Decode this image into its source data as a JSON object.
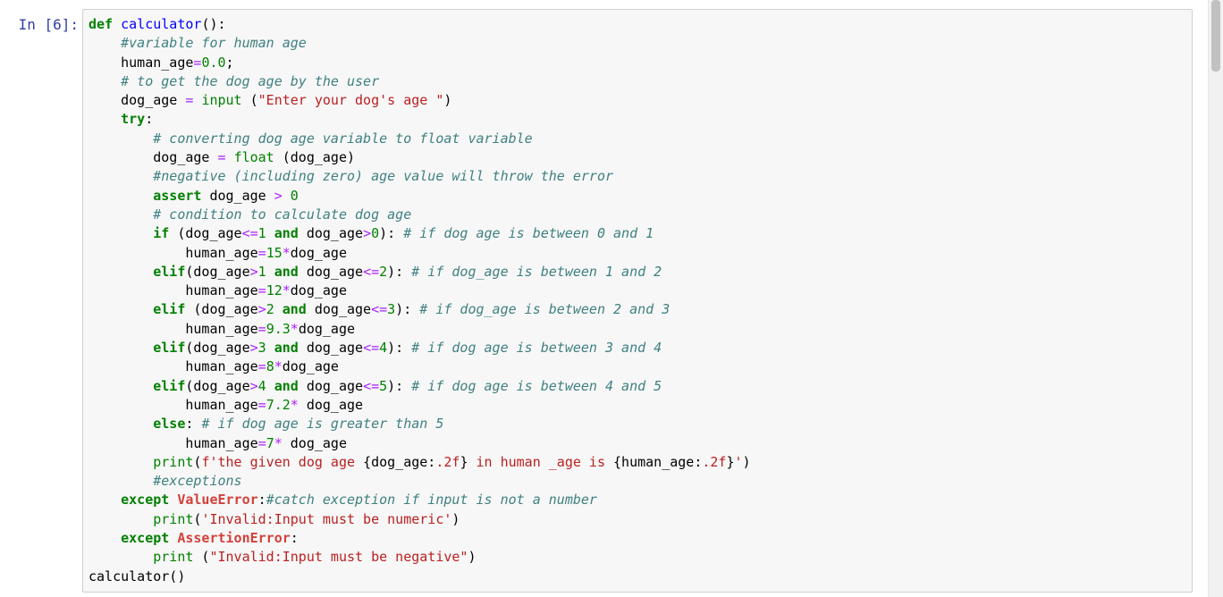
{
  "cell": {
    "prompt": "In [6]:",
    "lines": [
      [
        [
          "kw",
          "def"
        ],
        [
          "var",
          " "
        ],
        [
          "fn",
          "calculator"
        ],
        [
          "var",
          "():"
        ]
      ],
      [
        [
          "var",
          "    "
        ],
        [
          "cm",
          "#variable for human age"
        ]
      ],
      [
        [
          "var",
          "    human_age"
        ],
        [
          "op",
          "="
        ],
        [
          "num",
          "0.0"
        ],
        [
          "var",
          ";"
        ]
      ],
      [
        [
          "var",
          "    "
        ],
        [
          "cm",
          "# to get the dog age by the user"
        ]
      ],
      [
        [
          "var",
          "    dog_age "
        ],
        [
          "op",
          "="
        ],
        [
          "var",
          " "
        ],
        [
          "bi",
          "input"
        ],
        [
          "var",
          " ("
        ],
        [
          "str",
          "\"Enter your dog's age \""
        ],
        [
          "var",
          ")"
        ]
      ],
      [
        [
          "var",
          "    "
        ],
        [
          "kw",
          "try"
        ],
        [
          "var",
          ":"
        ]
      ],
      [
        [
          "var",
          "        "
        ],
        [
          "cm",
          "# converting dog age variable to float variable"
        ]
      ],
      [
        [
          "var",
          "        dog_age "
        ],
        [
          "op",
          "="
        ],
        [
          "var",
          " "
        ],
        [
          "bi",
          "float"
        ],
        [
          "var",
          " (dog_age)"
        ]
      ],
      [
        [
          "var",
          "        "
        ],
        [
          "cm",
          "#negative (including zero) age value will throw the error"
        ]
      ],
      [
        [
          "var",
          "        "
        ],
        [
          "kw",
          "assert"
        ],
        [
          "var",
          " dog_age "
        ],
        [
          "op",
          ">"
        ],
        [
          "var",
          " "
        ],
        [
          "num",
          "0"
        ]
      ],
      [
        [
          "var",
          "        "
        ],
        [
          "cm",
          "# condition to calculate dog age"
        ]
      ],
      [
        [
          "var",
          "        "
        ],
        [
          "kw",
          "if"
        ],
        [
          "var",
          " (dog_age"
        ],
        [
          "op",
          "<="
        ],
        [
          "num",
          "1"
        ],
        [
          "var",
          " "
        ],
        [
          "kw",
          "and"
        ],
        [
          "var",
          " dog_age"
        ],
        [
          "op",
          ">"
        ],
        [
          "num",
          "0"
        ],
        [
          "var",
          "): "
        ],
        [
          "cm",
          "# if dog age is between 0 and 1"
        ]
      ],
      [
        [
          "var",
          "            human_age"
        ],
        [
          "op",
          "="
        ],
        [
          "num",
          "15"
        ],
        [
          "op",
          "*"
        ],
        [
          "var",
          "dog_age"
        ]
      ],
      [
        [
          "var",
          "        "
        ],
        [
          "kw",
          "elif"
        ],
        [
          "var",
          "(dog_age"
        ],
        [
          "op",
          ">"
        ],
        [
          "num",
          "1"
        ],
        [
          "var",
          " "
        ],
        [
          "kw",
          "and"
        ],
        [
          "var",
          " dog_age"
        ],
        [
          "op",
          "<="
        ],
        [
          "num",
          "2"
        ],
        [
          "var",
          "): "
        ],
        [
          "cm",
          "# if dog_age is between 1 and 2"
        ]
      ],
      [
        [
          "var",
          "            human_age"
        ],
        [
          "op",
          "="
        ],
        [
          "num",
          "12"
        ],
        [
          "op",
          "*"
        ],
        [
          "var",
          "dog_age"
        ]
      ],
      [
        [
          "var",
          "        "
        ],
        [
          "kw",
          "elif"
        ],
        [
          "var",
          " (dog_age"
        ],
        [
          "op",
          ">"
        ],
        [
          "num",
          "2"
        ],
        [
          "var",
          " "
        ],
        [
          "kw",
          "and"
        ],
        [
          "var",
          " dog_age"
        ],
        [
          "op",
          "<="
        ],
        [
          "num",
          "3"
        ],
        [
          "var",
          "): "
        ],
        [
          "cm",
          "# if dog_age is between 2 and 3"
        ]
      ],
      [
        [
          "var",
          "            human_age"
        ],
        [
          "op",
          "="
        ],
        [
          "num",
          "9.3"
        ],
        [
          "op",
          "*"
        ],
        [
          "var",
          "dog_age"
        ]
      ],
      [
        [
          "var",
          "        "
        ],
        [
          "kw",
          "elif"
        ],
        [
          "var",
          "(dog_age"
        ],
        [
          "op",
          ">"
        ],
        [
          "num",
          "3"
        ],
        [
          "var",
          " "
        ],
        [
          "kw",
          "and"
        ],
        [
          "var",
          " dog_age"
        ],
        [
          "op",
          "<="
        ],
        [
          "num",
          "4"
        ],
        [
          "var",
          "): "
        ],
        [
          "cm",
          "# if dog age is between 3 and 4"
        ]
      ],
      [
        [
          "var",
          "            human_age"
        ],
        [
          "op",
          "="
        ],
        [
          "num",
          "8"
        ],
        [
          "op",
          "*"
        ],
        [
          "var",
          "dog_age"
        ]
      ],
      [
        [
          "var",
          "        "
        ],
        [
          "kw",
          "elif"
        ],
        [
          "var",
          "(dog_age"
        ],
        [
          "op",
          ">"
        ],
        [
          "num",
          "4"
        ],
        [
          "var",
          " "
        ],
        [
          "kw",
          "and"
        ],
        [
          "var",
          " dog_age"
        ],
        [
          "op",
          "<="
        ],
        [
          "num",
          "5"
        ],
        [
          "var",
          "): "
        ],
        [
          "cm",
          "# if dog age is between 4 and 5"
        ]
      ],
      [
        [
          "var",
          "            human_age"
        ],
        [
          "op",
          "="
        ],
        [
          "num",
          "7.2"
        ],
        [
          "op",
          "*"
        ],
        [
          "var",
          " dog_age"
        ]
      ],
      [
        [
          "var",
          "        "
        ],
        [
          "kw",
          "else"
        ],
        [
          "var",
          ": "
        ],
        [
          "cm",
          "# if dog age is greater than 5"
        ]
      ],
      [
        [
          "var",
          "            human_age"
        ],
        [
          "op",
          "="
        ],
        [
          "num",
          "7"
        ],
        [
          "op",
          "*"
        ],
        [
          "var",
          " dog_age"
        ]
      ],
      [
        [
          "var",
          "        "
        ],
        [
          "bi",
          "print"
        ],
        [
          "var",
          "("
        ],
        [
          "str",
          "f'the given dog age "
        ],
        [
          "var",
          "{dog_age:"
        ],
        [
          "str",
          ".2f"
        ],
        [
          "var",
          "}"
        ],
        [
          "str",
          " in human _age is "
        ],
        [
          "var",
          "{human_age:"
        ],
        [
          "str",
          ".2f"
        ],
        [
          "var",
          "}"
        ],
        [
          "str",
          "'"
        ],
        [
          "var",
          ")"
        ]
      ],
      [
        [
          "var",
          "        "
        ],
        [
          "cm",
          "#exceptions"
        ]
      ],
      [
        [
          "var",
          "    "
        ],
        [
          "kw",
          "except"
        ],
        [
          "var",
          " "
        ],
        [
          "exc",
          "ValueError"
        ],
        [
          "var",
          ":"
        ],
        [
          "cm",
          "#catch exception if input is not a number"
        ]
      ],
      [
        [
          "var",
          "        "
        ],
        [
          "bi",
          "print"
        ],
        [
          "var",
          "("
        ],
        [
          "str",
          "'Invalid:Input must be numeric'"
        ],
        [
          "var",
          ")"
        ]
      ],
      [
        [
          "var",
          "    "
        ],
        [
          "kw",
          "except"
        ],
        [
          "var",
          " "
        ],
        [
          "exc",
          "AssertionError"
        ],
        [
          "var",
          ":"
        ]
      ],
      [
        [
          "var",
          "        "
        ],
        [
          "bi",
          "print"
        ],
        [
          "var",
          " ("
        ],
        [
          "str",
          "\"Invalid:Input must be negative\""
        ],
        [
          "var",
          ")"
        ]
      ],
      [
        [
          "var",
          "calculator()"
        ]
      ]
    ]
  },
  "colors": {
    "prompt": "#303f9f",
    "keyword": "#008000",
    "string": "#ba2121",
    "comment": "#408080",
    "operator": "#aa22ff",
    "function_name": "#0000ff",
    "cell_background": "#f7f7f7",
    "cell_border": "#cfcfcf"
  }
}
